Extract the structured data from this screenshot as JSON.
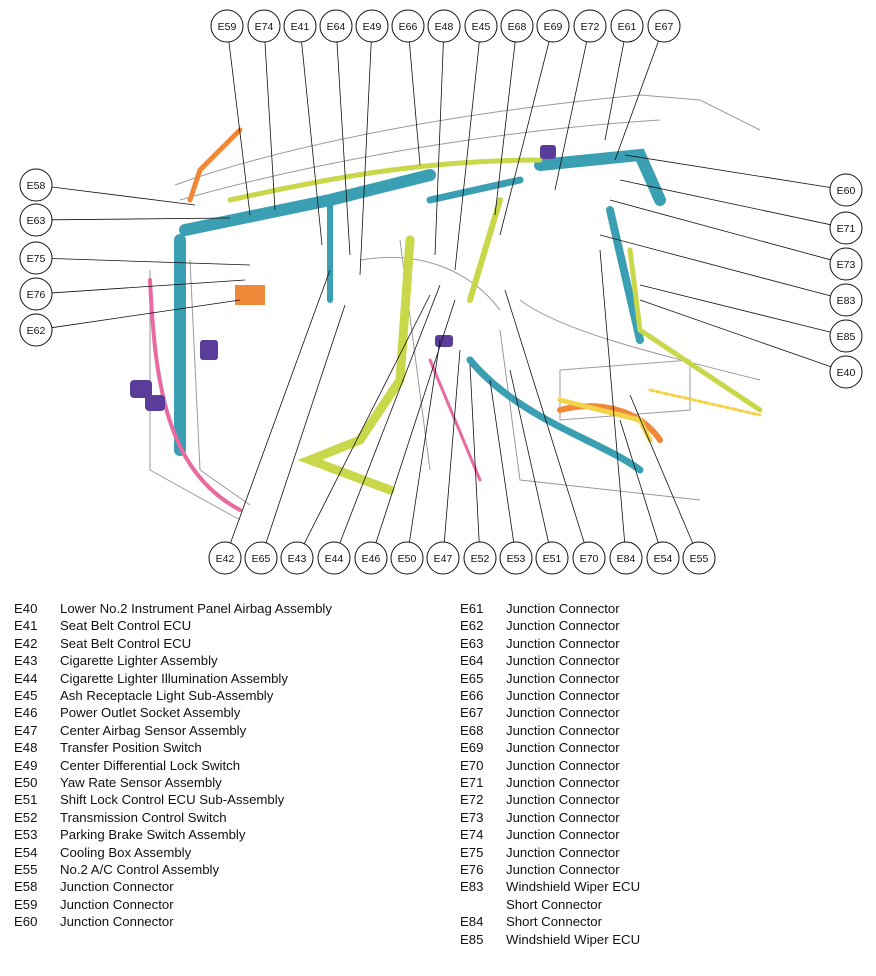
{
  "colors": {
    "harness_blue": "#3a9fb3",
    "harness_yellow_green": "#c9d84a",
    "harness_orange": "#f0883a",
    "harness_pink": "#e86aa0",
    "harness_purple": "#5a3d9a",
    "harness_yellow": "#f3d34a",
    "line_gray": "#9a9a9a",
    "ink": "#111111"
  },
  "callouts_top": [
    "E59",
    "E74",
    "E41",
    "E64",
    "E49",
    "E66",
    "E48",
    "E45",
    "E68",
    "E69",
    "E72",
    "E61",
    "E67"
  ],
  "callouts_left": [
    "E58",
    "E63",
    "E75",
    "E76",
    "E62"
  ],
  "callouts_right": [
    "E60",
    "E71",
    "E73",
    "E83",
    "E85",
    "E40"
  ],
  "callouts_bottom": [
    "E42",
    "E65",
    "E43",
    "E44",
    "E46",
    "E50",
    "E47",
    "E52",
    "E53",
    "E51",
    "E70",
    "E84",
    "E54",
    "E55"
  ],
  "legend_left": [
    {
      "code": "E40",
      "text": "Lower No.2 Instrument Panel Airbag Assembly"
    },
    {
      "code": "E41",
      "text": "Seat Belt Control ECU"
    },
    {
      "code": "E42",
      "text": "Seat Belt Control ECU"
    },
    {
      "code": "E43",
      "text": "Cigarette Lighter Assembly"
    },
    {
      "code": "E44",
      "text": "Cigarette Lighter Illumination Assembly"
    },
    {
      "code": "E45",
      "text": "Ash Receptacle Light Sub-Assembly"
    },
    {
      "code": "E46",
      "text": "Power Outlet Socket Assembly"
    },
    {
      "code": "E47",
      "text": "Center Airbag Sensor Assembly"
    },
    {
      "code": "E48",
      "text": "Transfer Position Switch"
    },
    {
      "code": "E49",
      "text": "Center Differential Lock Switch"
    },
    {
      "code": "E50",
      "text": "Yaw Rate Sensor Assembly"
    },
    {
      "code": "E51",
      "text": "Shift Lock Control ECU Sub-Assembly"
    },
    {
      "code": "E52",
      "text": "Transmission Control Switch"
    },
    {
      "code": "E53",
      "text": "Parking Brake Switch Assembly"
    },
    {
      "code": "E54",
      "text": "Cooling Box Assembly"
    },
    {
      "code": "E55",
      "text": "No.2 A/C Control Assembly"
    },
    {
      "code": "E58",
      "text": "Junction Connector"
    },
    {
      "code": "E59",
      "text": "Junction Connector"
    },
    {
      "code": "E60",
      "text": "Junction Connector"
    }
  ],
  "legend_right": [
    {
      "code": "E61",
      "text": "Junction Connector"
    },
    {
      "code": "E62",
      "text": "Junction Connector"
    },
    {
      "code": "E63",
      "text": "Junction Connector"
    },
    {
      "code": "E64",
      "text": "Junction Connector"
    },
    {
      "code": "E65",
      "text": "Junction Connector"
    },
    {
      "code": "E66",
      "text": "Junction Connector"
    },
    {
      "code": "E67",
      "text": "Junction Connector"
    },
    {
      "code": "E68",
      "text": "Junction Connector"
    },
    {
      "code": "E69",
      "text": "Junction Connector"
    },
    {
      "code": "E70",
      "text": "Junction Connector"
    },
    {
      "code": "E71",
      "text": "Junction Connector"
    },
    {
      "code": "E72",
      "text": "Junction Connector"
    },
    {
      "code": "E73",
      "text": "Junction Connector"
    },
    {
      "code": "E74",
      "text": "Junction Connector"
    },
    {
      "code": "E75",
      "text": "Junction Connector"
    },
    {
      "code": "E76",
      "text": "Junction Connector"
    },
    {
      "code": "E83",
      "text": "Windshield Wiper ECU"
    },
    {
      "code": "",
      "text": "Short Connector"
    },
    {
      "code": "E84",
      "text": "Short Connector"
    },
    {
      "code": "E85",
      "text": "Windshield Wiper ECU"
    }
  ]
}
